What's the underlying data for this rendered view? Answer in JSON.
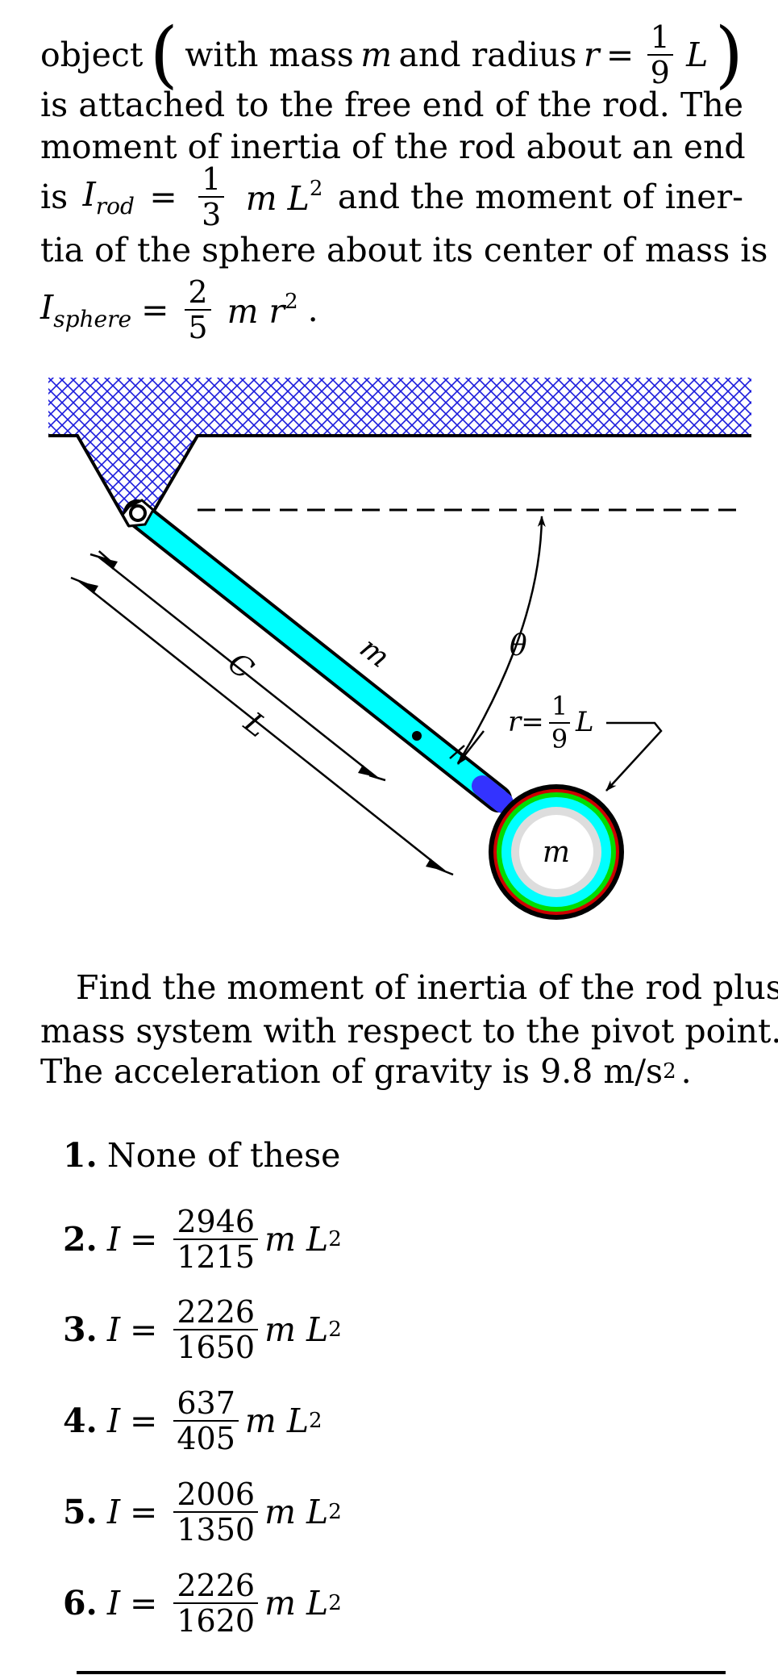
{
  "intro": {
    "line1_pre": "object",
    "line1_paren_open": "(",
    "line1_mid": "with mass",
    "line1_m": "m",
    "line1_and": "and radius",
    "line1_r": "r",
    "line1_eq": "=",
    "line1_frac_num": "1",
    "line1_frac_den": "9",
    "line1_L": "L",
    "line1_paren_close": ")",
    "line2": "is attached to the free end of the rod. The",
    "line3": "moment of inertia of the rod about an end",
    "line4_is": "is",
    "line4_I": "I",
    "line4_sub": "rod",
    "line4_eq": "=",
    "line4_frac_num": "1",
    "line4_frac_den": "3",
    "line4_mL": "m L",
    "line4_sup": "2",
    "line4_rest": "and the moment of iner-",
    "line5": "tia of the sphere about its center of mass is",
    "line6_I": "I",
    "line6_sub": "sphere",
    "line6_eq": "=",
    "line6_frac_num": "2",
    "line6_frac_den": "5",
    "line6_mr": "m r",
    "line6_sup": "2",
    "line6_end": "."
  },
  "figure": {
    "label_m_rod": "m",
    "label_theta": "θ",
    "label_C": "C",
    "label_L": "L",
    "label_r_pre": "r=",
    "label_r_num": "1",
    "label_r_den": "9",
    "label_r_L": "L",
    "label_m_sphere": "m",
    "colors": {
      "hatch": "#1a1adc",
      "rod": "#00ffff",
      "rod_end": "#3333ff",
      "ring_outer": "#000000",
      "ring_red": "#cc0000",
      "ring_green": "#00dd00",
      "ring_cyan": "#00ffff",
      "ring_grey": "#dddddd"
    }
  },
  "question": {
    "line1": "Find the moment of inertia of the rod plus",
    "line2": "mass system with respect to the pivot point.",
    "line3_pre": "The acceleration of gravity is 9.8 m/s",
    "line3_sup": "2",
    "line3_end": "."
  },
  "choices": [
    {
      "num": "1.",
      "text": "None of these"
    },
    {
      "num": "2.",
      "I": "I",
      "eq": "=",
      "frac_num": "2946",
      "frac_den": "1215",
      "tail": "m L",
      "sup": "2"
    },
    {
      "num": "3.",
      "I": "I",
      "eq": "=",
      "frac_num": "2226",
      "frac_den": "1650",
      "tail": "m L",
      "sup": "2"
    },
    {
      "num": "4.",
      "I": "I",
      "eq": "=",
      "frac_num": "637",
      "frac_den": "405",
      "tail": "m L",
      "sup": "2"
    },
    {
      "num": "5.",
      "I": "I",
      "eq": "=",
      "frac_num": "2006",
      "frac_den": "1350",
      "tail": "m L",
      "sup": "2"
    },
    {
      "num": "6.",
      "I": "I",
      "eq": "=",
      "frac_num": "2226",
      "frac_den": "1620",
      "tail": "m L",
      "sup": "2"
    }
  ]
}
